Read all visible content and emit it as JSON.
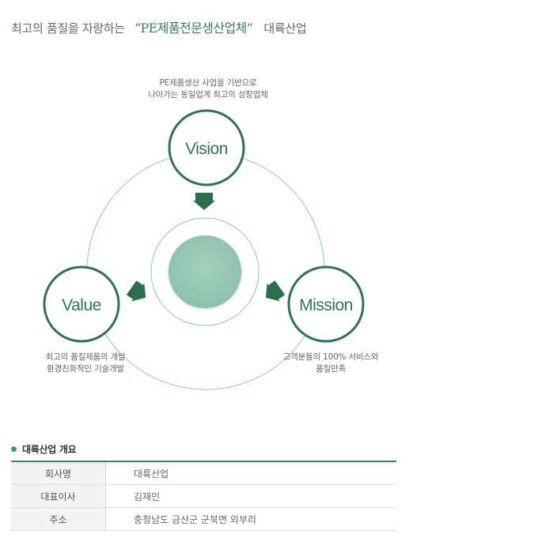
{
  "headline": {
    "prefix": "최고의 품질을 자랑하는",
    "quote": "“PE제품전문생산업체”",
    "company": "대륙산업"
  },
  "diagram": {
    "nodes": {
      "vision": {
        "label": "Vision",
        "caption": [
          "PE제품생산 사업을 기반으로",
          "나아가는 동일업계 최고의 성장업체"
        ]
      },
      "value": {
        "label": "Value",
        "caption": [
          "최고의 품질제품의 개발",
          "환경친화적인 기술개발"
        ]
      },
      "mission": {
        "label": "Mission",
        "caption": [
          "고객분들의 100% 서비스와",
          "품질만족"
        ]
      }
    },
    "colors": {
      "primary": "#2f7452",
      "ring": "#8cc7a8",
      "core": "#97c8b6",
      "arrow": "#2b6e4d"
    }
  },
  "overview": {
    "title": "대륙산업 개요",
    "rows": [
      {
        "label": "회사명",
        "value": "대륙산업"
      },
      {
        "label": "대표이사",
        "value": "김재민"
      },
      {
        "label": "주소",
        "value": "충청남도 금산군 군북면 외부리"
      }
    ]
  }
}
